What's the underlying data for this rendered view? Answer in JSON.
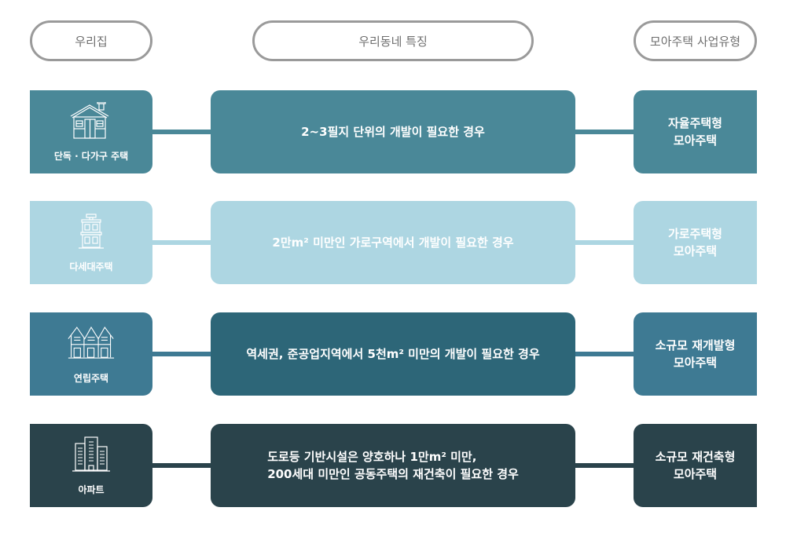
{
  "headers": {
    "left": "우리집",
    "middle": "우리동네 특징",
    "right": "모아주택 사업유형"
  },
  "rows": [
    {
      "house": "단독 · 다가구 주택",
      "icon": "house-icon",
      "feature": "2~3필지 단위의 개발이 필요한 경우",
      "type_line1": "자율주택형",
      "type_line2": "모아주택",
      "colors": {
        "left": "#4a8898",
        "middle": "#4a8898",
        "right": "#4a8898",
        "line": "#4a8898"
      }
    },
    {
      "house": "다세대주택",
      "icon": "multi-family-building-icon",
      "feature": "2만m² 미만인 가로구역에서 개발이 필요한 경우",
      "type_line1": "가로주택형",
      "type_line2": "모아주택",
      "colors": {
        "left": "#add6e2",
        "middle": "#add6e2",
        "right": "#add6e2",
        "line": "#add6e2"
      }
    },
    {
      "house": "연립주택",
      "icon": "row-house-icon",
      "feature": "역세권, 준공업지역에서 5천m² 미만의 개발이 필요한 경우",
      "type_line1": "소규모 재개발형",
      "type_line2": "모아주택",
      "colors": {
        "left": "#3e7a93",
        "middle": "#2d6678",
        "right": "#3e7a93",
        "line": "#3e7a93"
      }
    },
    {
      "house": "아파트",
      "icon": "apartment-icon",
      "feature_line1": "도로등 기반시설은 양호하나 1만m² 미만,",
      "feature_line2": "200세대 미만인 공동주택의 재건축이 필요한 경우",
      "type_line1": "소규모 재건축형",
      "type_line2": "모아주택",
      "colors": {
        "left": "#2a434b",
        "middle": "#2a434b",
        "right": "#2a434b",
        "line": "#2a434b"
      }
    }
  ]
}
